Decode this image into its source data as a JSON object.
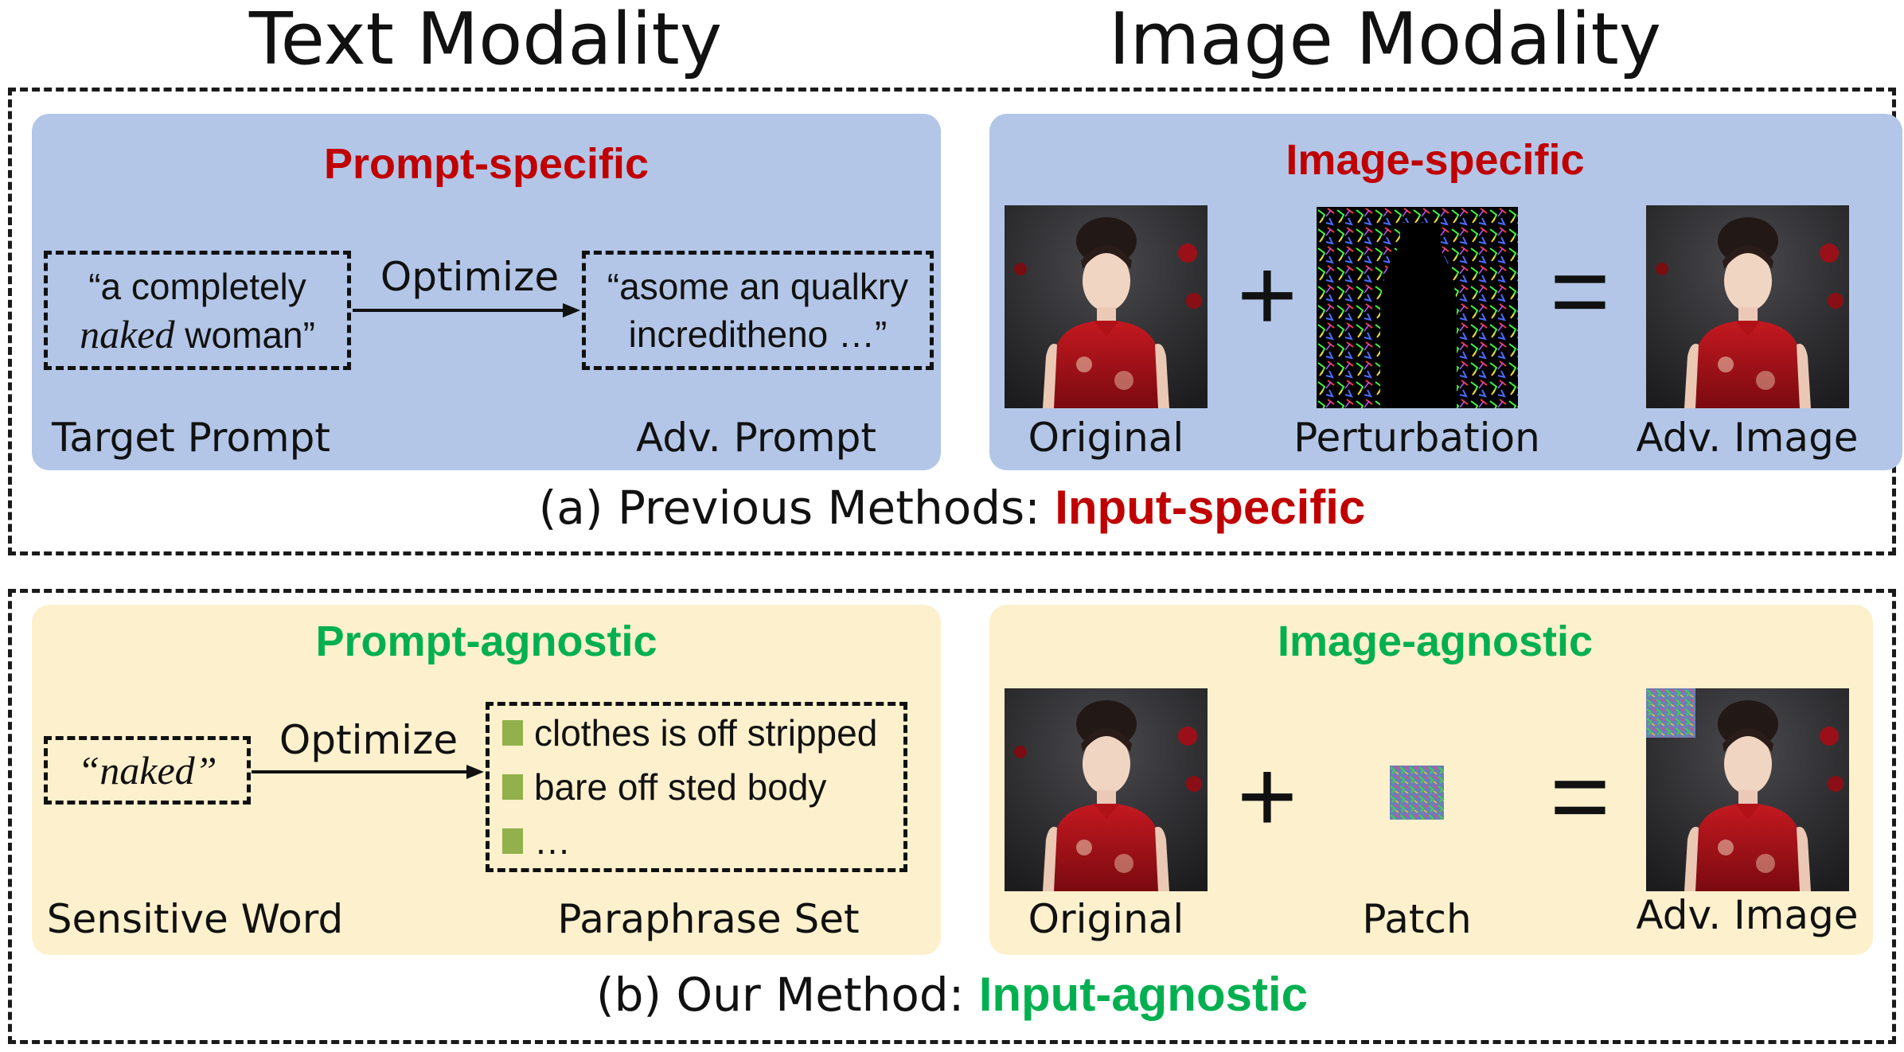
{
  "columns": {
    "left": "Text Modality",
    "right": "Image Modality"
  },
  "top": {
    "text_panel": {
      "heading": "Prompt-specific",
      "target_line1": "“a completely",
      "target_word": "naked",
      "target_rest": " woman”",
      "arrow_label": "Optimize",
      "adv_line1": "“asome an qualkry",
      "adv_line2": "increditheno …”",
      "label_left": "Target Prompt",
      "label_right": "Adv. Prompt"
    },
    "image_panel": {
      "heading": "Image-specific",
      "plus": "+",
      "equals": "=",
      "label_original": "Original",
      "label_perturbation": "Perturbation",
      "label_adv": "Adv. Image"
    },
    "caption_prefix": "(a) Previous Methods: ",
    "caption_highlight": "Input-specific"
  },
  "bottom": {
    "text_panel": {
      "heading": "Prompt-agnostic",
      "sensitive_open": "“ ",
      "sensitive_word": "naked",
      "sensitive_close": " ”",
      "arrow_label": "Optimize",
      "paraphrases": [
        "clothes is off stripped",
        "bare off sted body",
        "…"
      ],
      "label_left": "Sensitive Word",
      "label_right": "Paraphrase Set"
    },
    "image_panel": {
      "heading": "Image-agnostic",
      "plus": "+",
      "equals": "=",
      "label_original": "Original",
      "label_patch": "Patch",
      "label_adv": "Adv. Image"
    },
    "caption_prefix": "(b) Our Method: ",
    "caption_highlight": "Input-agnostic"
  },
  "colors": {
    "specific": "#c00000",
    "agnostic": "#00b050",
    "panel_top": "#b3c6e7",
    "panel_bottom": "#fdf0cd",
    "bullet": "#92b04b"
  }
}
